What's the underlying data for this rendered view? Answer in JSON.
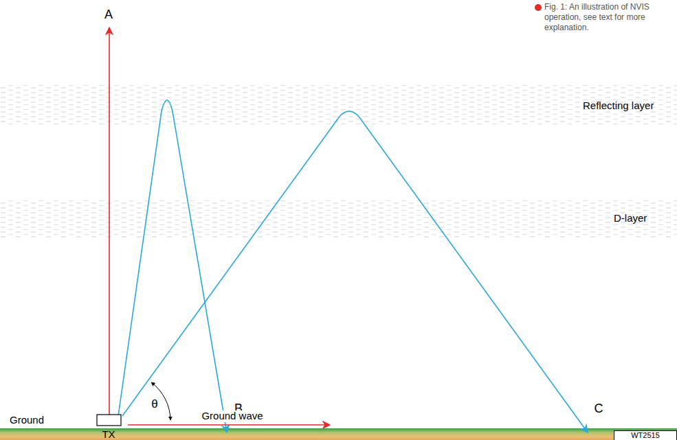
{
  "diagram": {
    "caption": "Fig. 1: An illustration of NVIS operation, see text for more explanation.",
    "labels": [
      "A",
      "Reflecting layer",
      "D-layer",
      "B",
      "C",
      "θ",
      "Ground",
      "Ground wave",
      "TX",
      "WT2515"
    ]
  }
}
